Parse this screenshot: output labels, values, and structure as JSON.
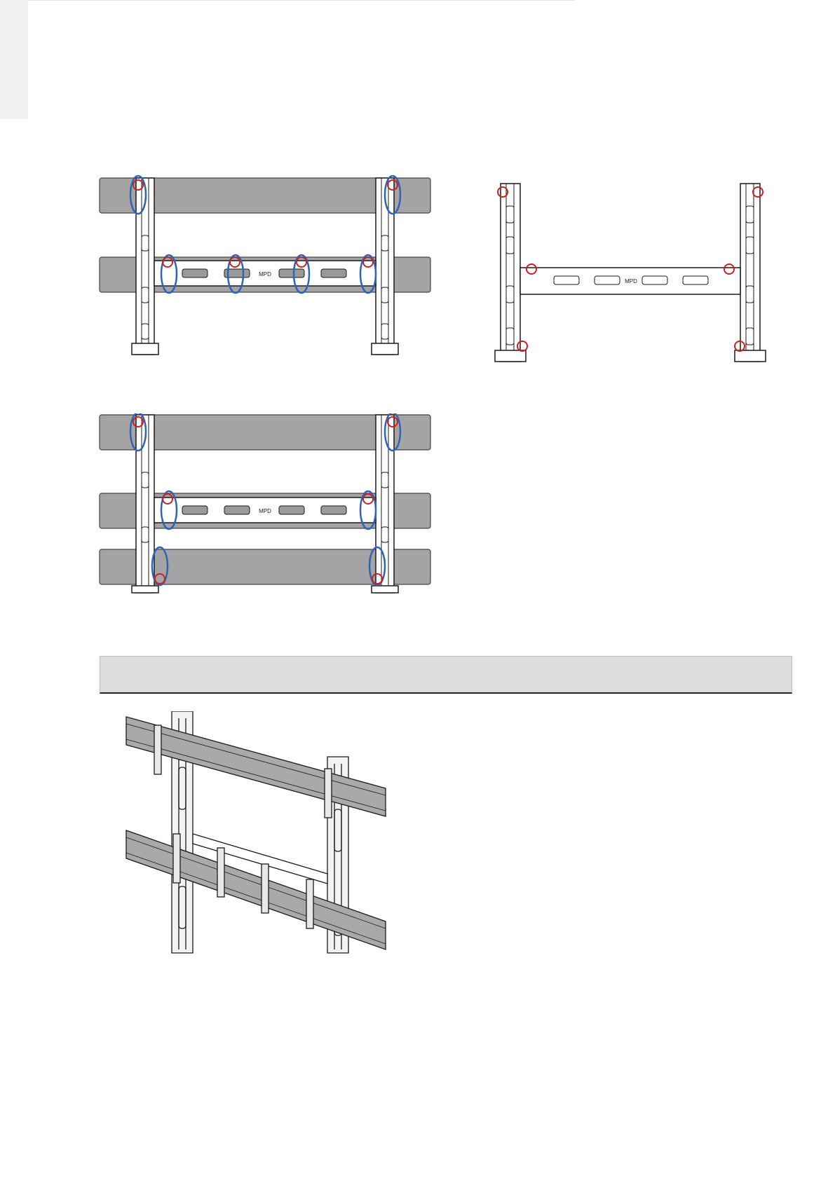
{
  "page": {
    "side_tab": "",
    "section_heading": ""
  },
  "colors": {
    "bar_fill": "#a4a4a4",
    "bracket_line": "#1a1a1a",
    "screw_marker": "#cc1f1f",
    "clamp_marker": "#2f64b4",
    "heading_bar": "#dddddd"
  },
  "figures": {
    "two_rail": {
      "upper_markers": 2,
      "middle_markers": 4,
      "mark": "MPD"
    },
    "bracket_only": {
      "markers": 6,
      "mark": "MPD"
    },
    "three_rail": {
      "markers": 6,
      "mark": "MPD"
    },
    "perspective": {
      "rails": 2,
      "clamps": 6
    }
  }
}
